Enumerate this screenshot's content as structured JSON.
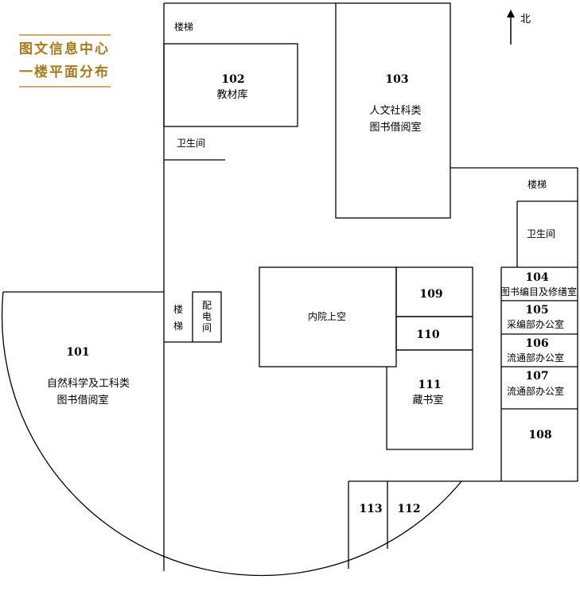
{
  "title": {
    "line1": "图文信息中心",
    "line2": "一楼平面分布",
    "color": "#a87a1e"
  },
  "north": "北",
  "rooms": {
    "r101": {
      "num": "101",
      "name1": "自然科学及工科类",
      "name2": "图书借阅室"
    },
    "r102": {
      "num": "102",
      "name": "教材库"
    },
    "r103": {
      "num": "103",
      "name1": "人文社科类",
      "name2": "图书借阅室"
    },
    "r104": {
      "num": "104",
      "name": "图书编目及修缮室"
    },
    "r105": {
      "num": "105",
      "name": "采编部办公室"
    },
    "r106": {
      "num": "106",
      "name": "流通部办公室"
    },
    "r107": {
      "num": "107",
      "name": "流通部办公室"
    },
    "r108": {
      "num": "108"
    },
    "r109": {
      "num": "109"
    },
    "r110": {
      "num": "110"
    },
    "r111": {
      "num": "111",
      "name": "藏书室"
    },
    "r112": {
      "num": "112"
    },
    "r113": {
      "num": "113"
    }
  },
  "facilities": {
    "stairs_top": "楼梯",
    "toilet_left": "卫生间",
    "stairs_right": "楼梯",
    "toilet_right": "卫生间",
    "stairs_mid_1": "楼",
    "stairs_mid_2": "梯",
    "power_1": "配",
    "power_2": "电",
    "power_3": "间",
    "courtyard": "内院上空"
  }
}
